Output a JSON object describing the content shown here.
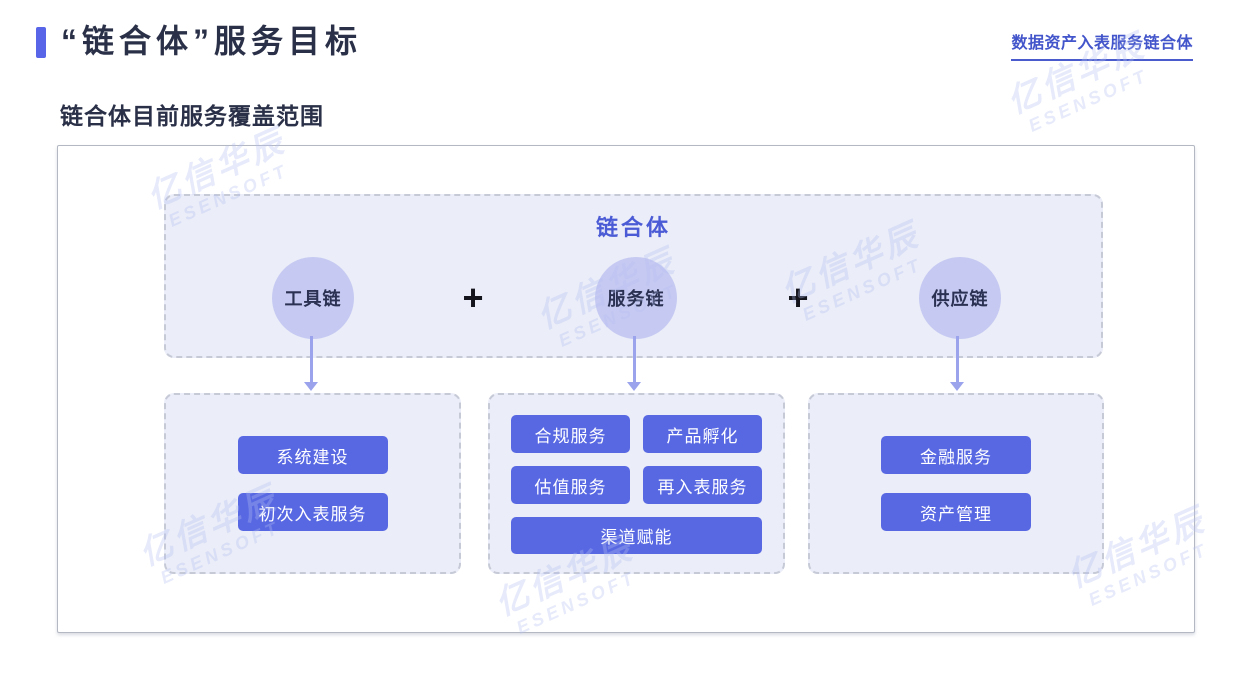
{
  "page": {
    "title": "“链合体”服务目标",
    "subtitle": "链合体目前服务覆盖范围",
    "header_link": "数据资产入表服务链合体"
  },
  "diagram": {
    "group_title": "链合体",
    "plus_sign": "+",
    "chains": [
      {
        "label": "工具链",
        "services": [
          "系统建设",
          "初次入表服务"
        ]
      },
      {
        "label": "服务链",
        "services": [
          "合规服务",
          "产品孵化",
          "估值服务",
          "再入表服务",
          "渠道赋能"
        ]
      },
      {
        "label": "供应链",
        "services": [
          "金融服务",
          "资产管理"
        ]
      }
    ]
  },
  "watermark": {
    "brand_cn": "亿信华辰",
    "brand_en": "ESENSOFT"
  },
  "colors": {
    "accent_blue": "#5865e8",
    "button_blue": "#5868e3",
    "circle_fill": "#c6caf2",
    "panel_fill": "#ebedf8",
    "link_blue": "#4355ca",
    "title_navy": "#2a3047",
    "arrow_purple": "#9aa3ec"
  }
}
